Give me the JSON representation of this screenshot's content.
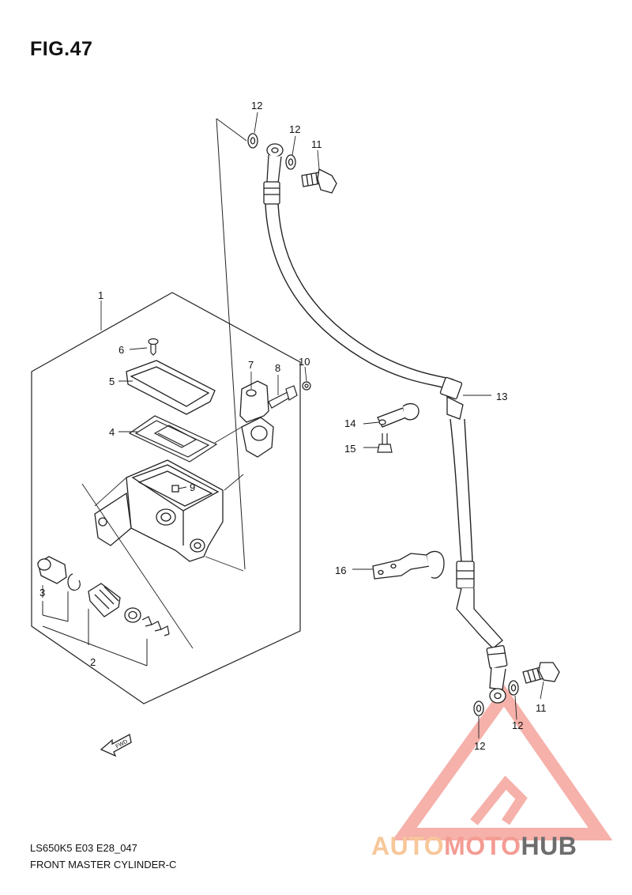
{
  "figure": {
    "title": "FIG.47",
    "code": "LS650K5 E03 E28_047",
    "name": "FRONT MASTER CYLINDER-C"
  },
  "callouts": {
    "c1": "1",
    "c2": "2",
    "c3": "3",
    "c4": "4",
    "c5": "5",
    "c6": "6",
    "c7": "7",
    "c8": "8",
    "c9": "9",
    "c10": "10",
    "c11_top": "11",
    "c12_top_a": "12",
    "c12_top_b": "12",
    "c13": "13",
    "c14": "14",
    "c15": "15",
    "c16": "16",
    "c11_bottom": "11",
    "c12_bottom_a": "12",
    "c12_bottom_b": "12"
  },
  "fwd_label": "FWD",
  "watermark": {
    "part1": "AUTO",
    "part2": "MOTO",
    "part3": "HUB",
    "color_auto": "#f7c79a",
    "color_moto": "#f49b93",
    "color_hub": "#6d6d6d"
  }
}
